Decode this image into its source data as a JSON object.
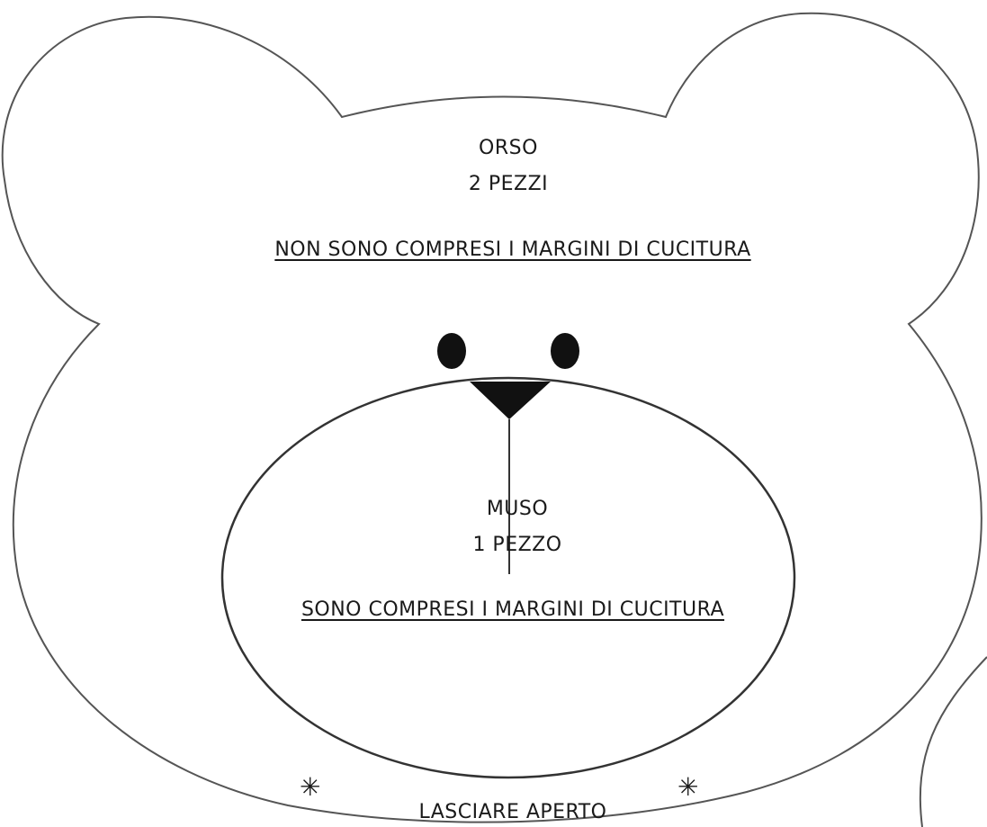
{
  "pattern": {
    "head_piece": {
      "title": "ORSO",
      "quantity": "2 PEZZI",
      "note": "NON SONO COMPRESI I MARGINI DI CUCITURA"
    },
    "snout_piece": {
      "title": "MUSO",
      "quantity": "1 PEZZO",
      "note": "SONO COMPRESI I MARGINI DI CUCITURA"
    },
    "opening_note": "LASCIARE APERTO",
    "marker_glyph": "✳",
    "colors": {
      "outline": "#555555",
      "fill_dark": "#111111",
      "background": "#ffffff"
    }
  }
}
